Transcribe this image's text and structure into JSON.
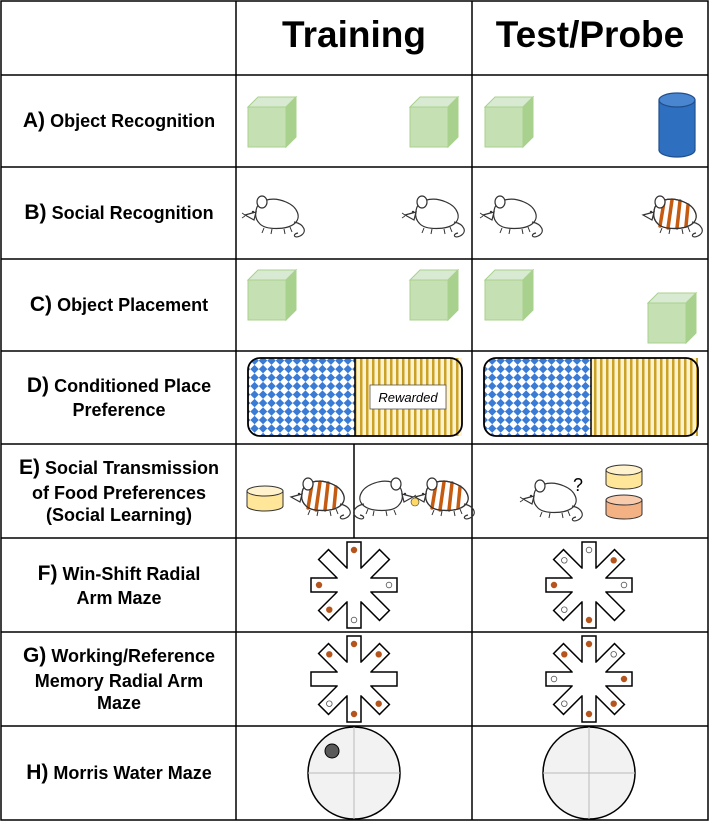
{
  "header": {
    "corner": "",
    "training": "Training",
    "test": "Test/Probe"
  },
  "rows": [
    {
      "letter": "A)",
      "name": "Object Recognition"
    },
    {
      "letter": "B)",
      "name": "Social Recognition"
    },
    {
      "letter": "C)",
      "name": "Object Placement"
    },
    {
      "letter": "D)",
      "name": "Conditioned Place",
      "name2": "Preference"
    },
    {
      "letter": "E)",
      "name": "Social Transmission",
      "name2": "of Food Preferences",
      "name3": "(Social Learning)"
    },
    {
      "letter": "F)",
      "name": "Win-Shift Radial",
      "name2": "Arm Maze"
    },
    {
      "letter": "G)",
      "name": "Working/Reference",
      "name2": "Memory Radial Arm",
      "name3": "Maze"
    },
    {
      "letter": "H)",
      "name": "Morris Water Maze"
    }
  ],
  "labels": {
    "rewarded": "Rewarded",
    "question": "?"
  },
  "colors": {
    "cube": "#c5e0b3",
    "cube_edge": "#a9d18e",
    "cylinder": "#2f6fbf",
    "checker": "#3a7bd5",
    "stripe": "#c9a227",
    "food_yellow": "#ffe699",
    "food_orange": "#f4b183",
    "rat_stripe": "#c55a11",
    "pellet": "#b5541c"
  },
  "icons": [
    "cube-icon",
    "cylinder-icon",
    "mouse-icon",
    "striped-mouse-icon",
    "checkered-chamber",
    "striped-chamber",
    "food-dish-icon",
    "radial-arm-maze",
    "water-maze-pool"
  ]
}
